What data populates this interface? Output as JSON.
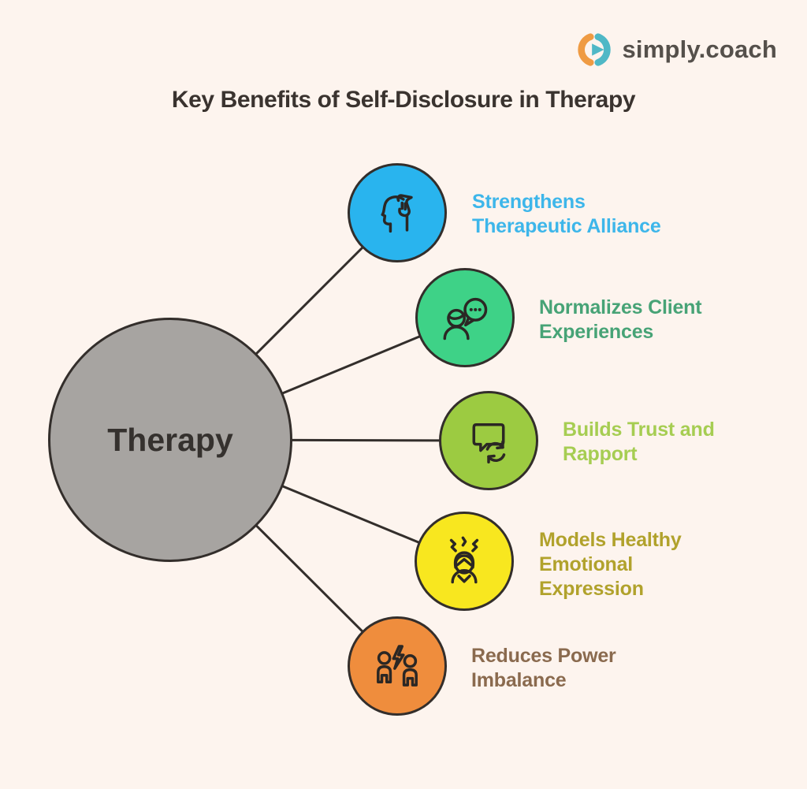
{
  "background": "#fdf4ee",
  "brand": {
    "name": "simply.coach",
    "icon": "simply-coach-logo-icon",
    "icon_orange": "#ef9b43",
    "icon_teal": "#4fb8c6",
    "text_color": "#55504b"
  },
  "title": {
    "text": "Key Benefits of Self-Disclosure in Therapy",
    "color": "#3a332f"
  },
  "diagram": {
    "center": {
      "label": "Therapy",
      "fill": "#a7a4a1",
      "text_color": "#35312e"
    },
    "connector_color": "#332e2b",
    "nodes": [
      {
        "icon": "head-in-hand-icon",
        "fill": "#29b4ee",
        "label_color": "#3db6ea",
        "label": "Strengthens Therapeutic Alliance",
        "lines": [
          "Strengthens",
          "Therapeutic Alliance"
        ]
      },
      {
        "icon": "person-chat-icon",
        "fill": "#3ed287",
        "label_color": "#47a376",
        "label": "Normalizes Client Experiences",
        "lines": [
          "Normalizes Client",
          "Experiences"
        ]
      },
      {
        "icon": "chat-sync-icon",
        "fill": "#9ccb41",
        "label_color": "#a6cd52",
        "label": "Builds Trust and Rapport",
        "lines": [
          "Builds Trust and",
          "Rapport"
        ]
      },
      {
        "icon": "stressed-person-icon",
        "fill": "#f8e71f",
        "label_color": "#b1a22c",
        "label": "Models Healthy Emotional Expression",
        "lines": [
          "Models Healthy",
          "Emotional",
          "Expression"
        ]
      },
      {
        "icon": "two-people-bolt-icon",
        "fill": "#ef8d3d",
        "label_color": "#8a6a4e",
        "label": "Reduces Power Imbalance",
        "lines": [
          "Reduces Power",
          "Imbalance"
        ]
      }
    ]
  }
}
